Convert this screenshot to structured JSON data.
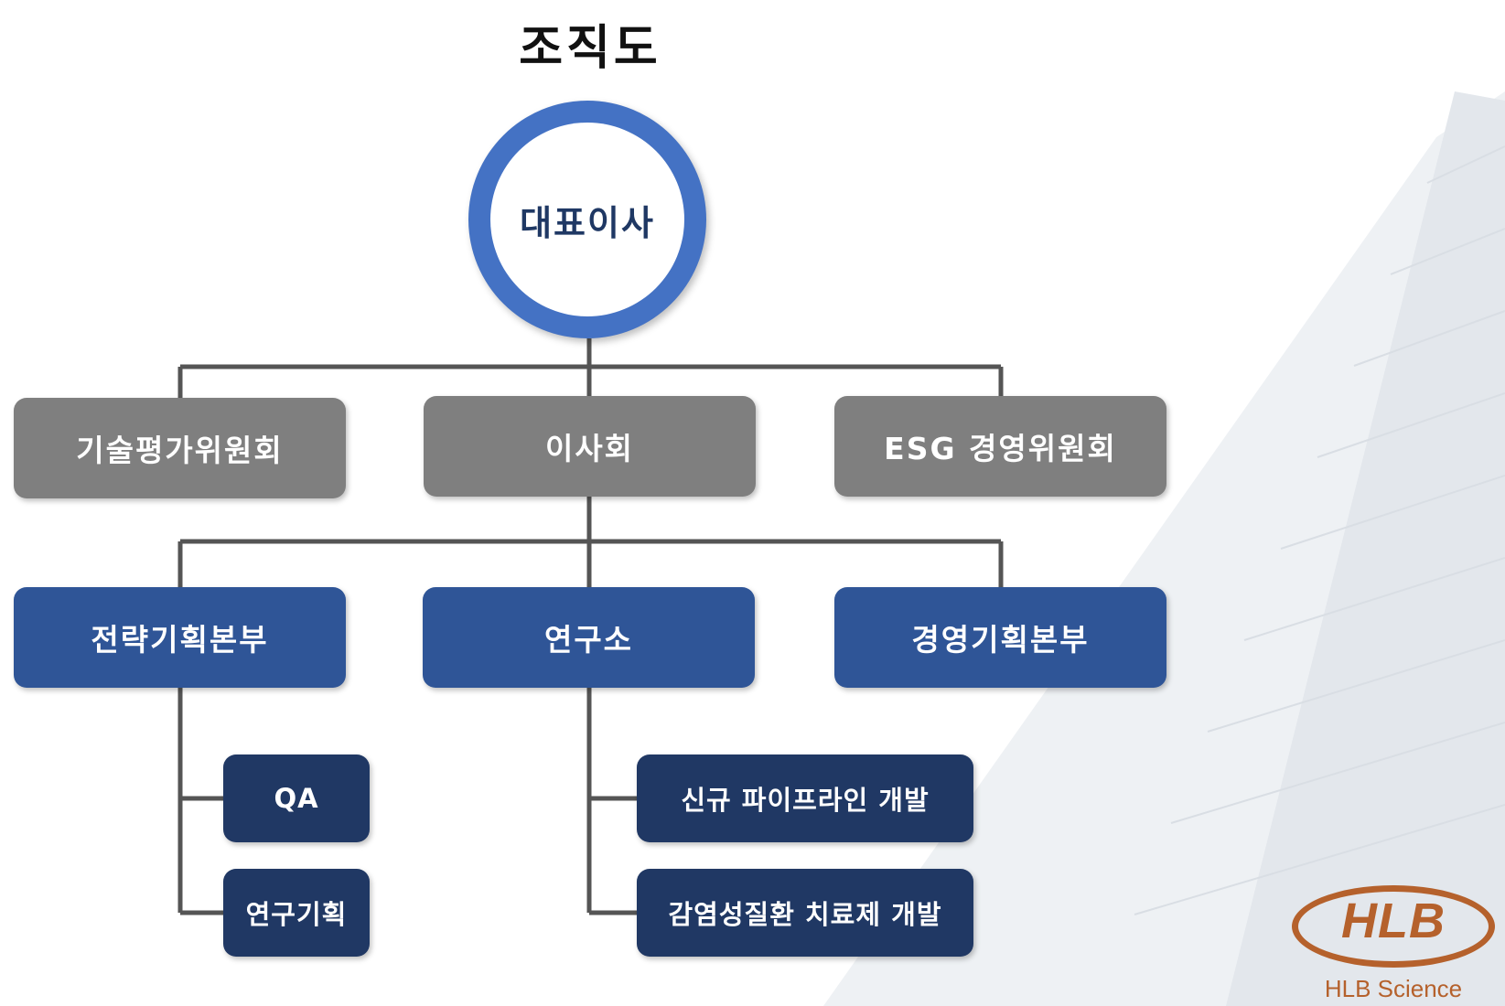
{
  "title": "조직도",
  "ceo": {
    "label": "대표이사"
  },
  "committees": [
    {
      "label": "기술평가위원회"
    },
    {
      "label": "이사회"
    },
    {
      "label": "ESG 경영위원회"
    }
  ],
  "divisions": [
    {
      "label": "전략기획본부"
    },
    {
      "label": "연구소"
    },
    {
      "label": "경영기획본부"
    }
  ],
  "strategy_teams": [
    {
      "label": "QA"
    },
    {
      "label": "연구기획"
    }
  ],
  "research_teams": [
    {
      "label": "신규 파이프라인 개발"
    },
    {
      "label": "감염성질환 치료제 개발"
    }
  ],
  "logo": {
    "mark": "HLB",
    "subtitle": "HLB Science"
  },
  "colors": {
    "ceo_ring": "#4472c4",
    "committee_box": "#7f7f7f",
    "division_box": "#2f5597",
    "team_box": "#203864",
    "connector": "#555555",
    "logo": "#b5612c"
  }
}
